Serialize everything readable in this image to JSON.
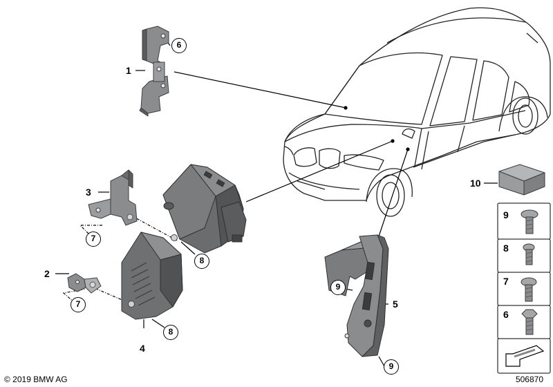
{
  "callouts": {
    "c1": "1",
    "c2": "2",
    "c3": "3",
    "c4": "4",
    "c5": "5",
    "c6": "6",
    "c7a": "7",
    "c7b": "7",
    "c8a": "8",
    "c8b": "8",
    "c9a": "9",
    "c9b": "9",
    "c10": "10"
  },
  "panel": {
    "p9": "9",
    "p8": "8",
    "p7": "7",
    "p6": "6"
  },
  "footer": {
    "copyright": "© 2019 BMW AG",
    "doc_id": "506870"
  },
  "colors": {
    "part": "#8a8c8e",
    "part_dark": "#5a5c5e",
    "part_light": "#b8babb",
    "line": "#000000"
  }
}
